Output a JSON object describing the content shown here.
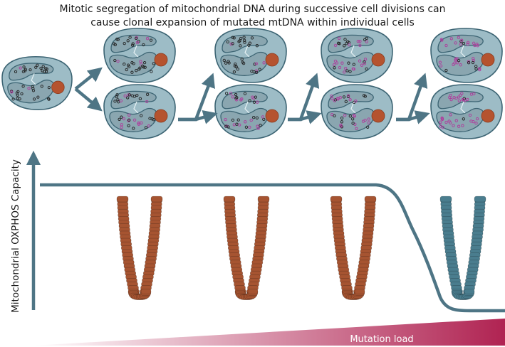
{
  "title": {
    "line1": "Mitotic segregation of mitochondrial DNA during successive cell divisions can",
    "line2": "cause clonal expansion of mutated mtDNA within individual cells"
  },
  "axes": {
    "ylabel": "Mitochondrial OXPHOS Capacity",
    "xlabel": "Mutation load"
  },
  "colors": {
    "cell_fill": "#9dbcc6",
    "cell_stroke": "#3c6473",
    "nucleus": "#b5532f",
    "mito_fill": "#8aa6b0",
    "wildtype_mtdna": "#222222",
    "mutant_mtdna": "#b03a9c",
    "arrow": "#4e7585",
    "capacity_line": "#4e7585",
    "healthy_fiber": "#a65431",
    "deficient_fiber": "#4a7d8e",
    "gradient_start": "#ffffff",
    "gradient_end": "#b02352"
  }
}
